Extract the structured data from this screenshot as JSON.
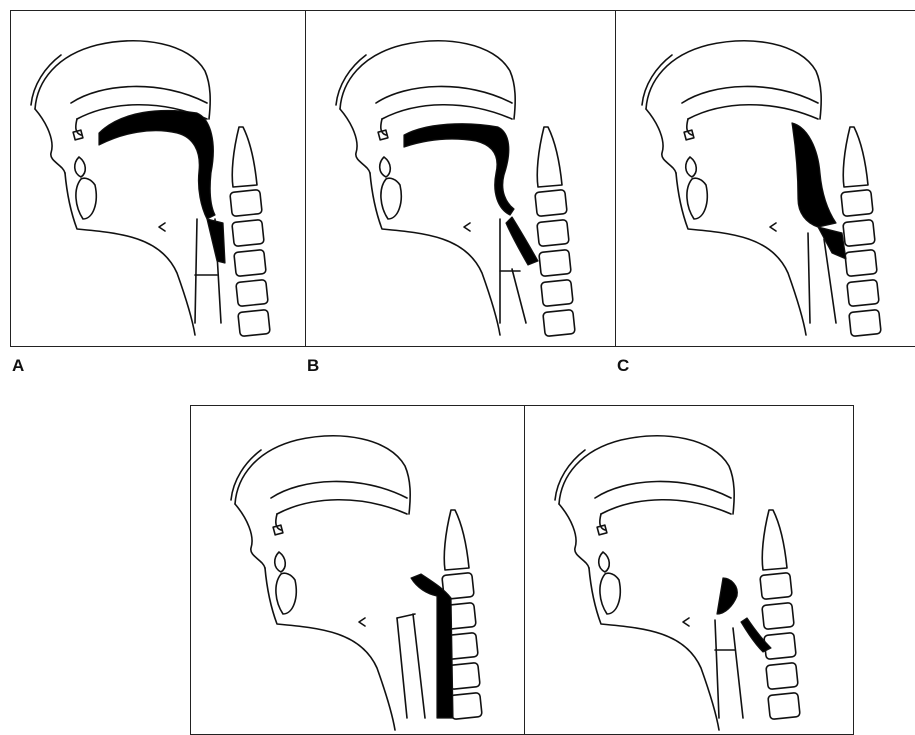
{
  "panels": [
    {
      "id": "A",
      "label": "A"
    },
    {
      "id": "B",
      "label": "B"
    },
    {
      "id": "C",
      "label": "C"
    },
    {
      "id": "D",
      "label": ""
    },
    {
      "id": "E",
      "label": ""
    }
  ],
  "colors": {
    "ink": "#111111",
    "fill": "#000000",
    "background": "#ffffff"
  }
}
